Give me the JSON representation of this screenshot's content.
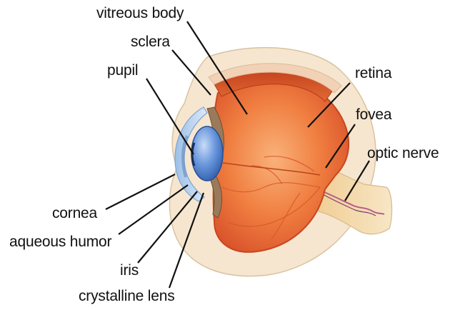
{
  "labels": {
    "vitreous_body": "vitreous body",
    "sclera": "sclera",
    "pupil": "pupil",
    "retina": "retina",
    "fovea": "fovea",
    "optic_nerve": "optic nerve",
    "cornea": "cornea",
    "aqueous_humor": "aqueous humor",
    "iris": "iris",
    "crystalline_lens": "crystalline lens"
  },
  "colors": {
    "vitreous": "#f07a3c",
    "vitreous_light": "#f7a56a",
    "retina_wall": "#e4552a",
    "sclera": "#f6e7d2",
    "cornea": "#b7d3ef",
    "lens": "#4e7fd0",
    "iris": "#8a6a4a",
    "optic_nerve": "#f3d9ad",
    "pointer_lines": "#111111"
  }
}
